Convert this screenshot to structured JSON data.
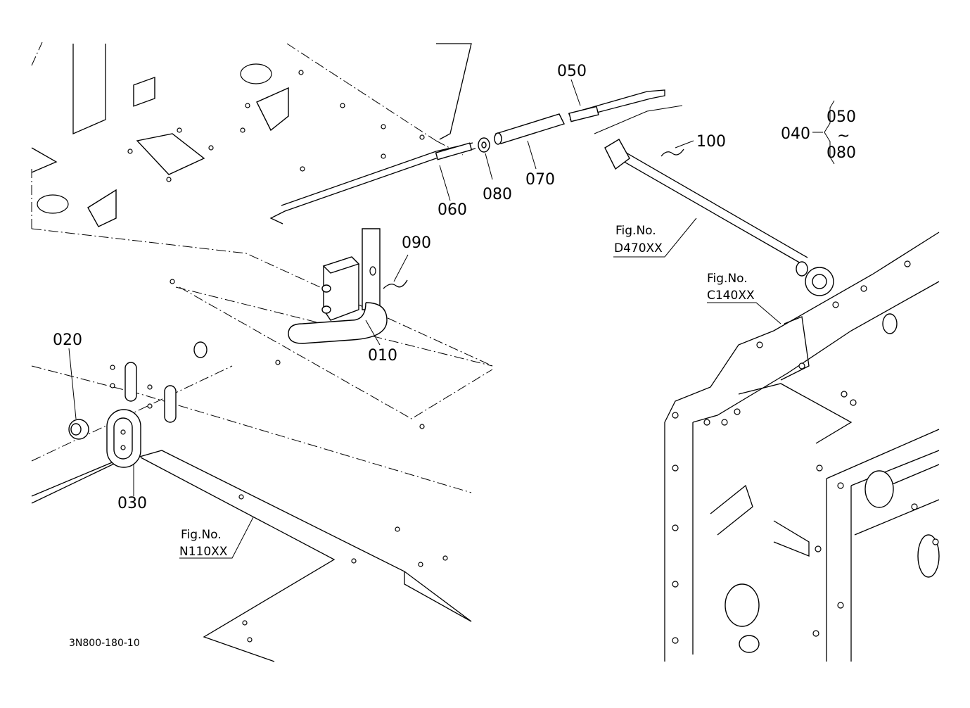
{
  "parts": {
    "p010": "010",
    "p020": "020",
    "p030": "030",
    "p040": "040",
    "p050": "050",
    "p060": "060",
    "p070": "070",
    "p080": "080",
    "p090": "090",
    "p100": "100"
  },
  "group": {
    "top": "050",
    "tilde": "~",
    "bottom": "080"
  },
  "references": {
    "d470": {
      "fig": "Fig.No.",
      "no": "D470XX"
    },
    "c140": {
      "fig": "Fig.No.",
      "no": "C140XX"
    },
    "n110": {
      "fig": "Fig.No.",
      "no": "N110XX"
    }
  },
  "document_code": "3N800-180-10"
}
